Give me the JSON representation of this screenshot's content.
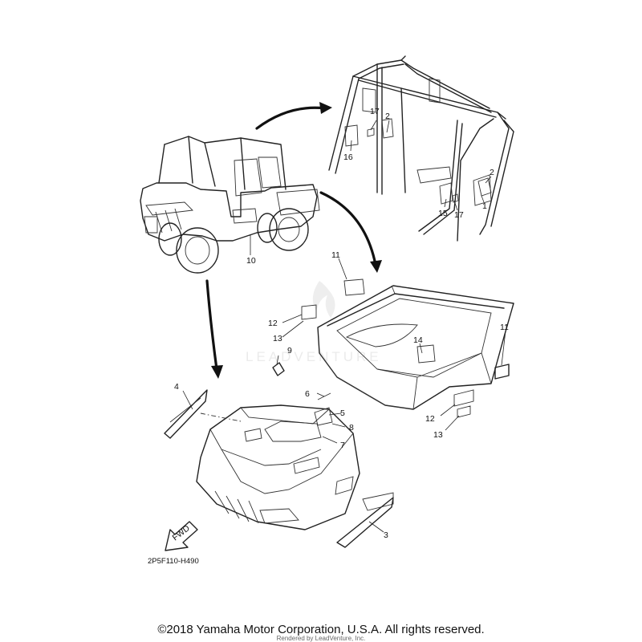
{
  "diagram": {
    "watermark": "LEADVENTURE",
    "reference_code": "2P5F110-H490",
    "fwd_label": "FWD",
    "callouts": [
      {
        "id": "c1",
        "label": "1"
      },
      {
        "id": "c2a",
        "label": "2"
      },
      {
        "id": "c2b",
        "label": "2"
      },
      {
        "id": "c3",
        "label": "3"
      },
      {
        "id": "c4",
        "label": "4"
      },
      {
        "id": "c5",
        "label": "5"
      },
      {
        "id": "c6",
        "label": "6"
      },
      {
        "id": "c7",
        "label": "7"
      },
      {
        "id": "c8",
        "label": "8"
      },
      {
        "id": "c9",
        "label": "9"
      },
      {
        "id": "c10",
        "label": "10"
      },
      {
        "id": "c11a",
        "label": "11"
      },
      {
        "id": "c11b",
        "label": "11"
      },
      {
        "id": "c12a",
        "label": "12"
      },
      {
        "id": "c12b",
        "label": "12"
      },
      {
        "id": "c13a",
        "label": "13"
      },
      {
        "id": "c13b",
        "label": "13"
      },
      {
        "id": "c14",
        "label": "14"
      },
      {
        "id": "c15",
        "label": "15"
      },
      {
        "id": "c16",
        "label": "16"
      },
      {
        "id": "c17a",
        "label": "17"
      },
      {
        "id": "c17b",
        "label": "17"
      }
    ]
  },
  "footer": {
    "copyright": "©2018 Yamaha Motor Corporation, U.S.A. All rights reserved.",
    "rendered_by": "Rendered by LeadVenture, Inc."
  }
}
